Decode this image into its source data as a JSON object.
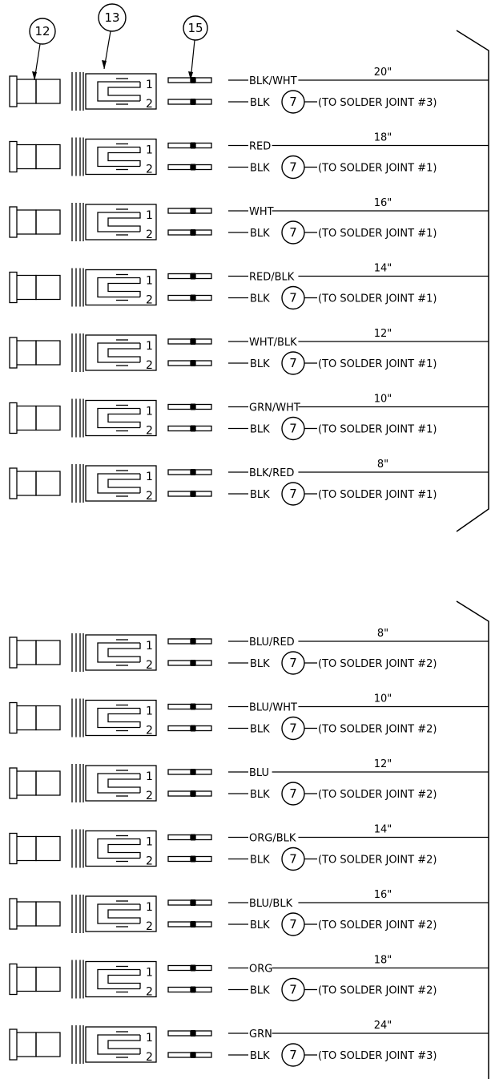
{
  "callouts": [
    "12",
    "13",
    "15"
  ],
  "pin_labels": [
    "1",
    "2"
  ],
  "ground_wire": {
    "color": "BLK",
    "callout": "7"
  },
  "groups": [
    {
      "rows": [
        {
          "wire": "BLK/WHT",
          "length": "20\"",
          "joint": "(TO SOLDER JOINT #3)"
        },
        {
          "wire": "RED",
          "length": "18\"",
          "joint": "(TO SOLDER JOINT #1)"
        },
        {
          "wire": "WHT",
          "length": "16\"",
          "joint": "(TO SOLDER JOINT #1)"
        },
        {
          "wire": "RED/BLK",
          "length": "14\"",
          "joint": "(TO SOLDER JOINT #1)"
        },
        {
          "wire": "WHT/BLK",
          "length": "12\"",
          "joint": "(TO SOLDER JOINT #1)"
        },
        {
          "wire": "GRN/WHT",
          "length": "10\"",
          "joint": "(TO SOLDER JOINT #1)"
        },
        {
          "wire": "BLK/RED",
          "length": "8\"",
          "joint": "(TO SOLDER JOINT #1)"
        }
      ]
    },
    {
      "rows": [
        {
          "wire": "BLU/RED",
          "length": "8\"",
          "joint": "(TO SOLDER JOINT #2)"
        },
        {
          "wire": "BLU/WHT",
          "length": "10\"",
          "joint": "(TO SOLDER JOINT #2)"
        },
        {
          "wire": "BLU",
          "length": "12\"",
          "joint": "(TO SOLDER JOINT #2)"
        },
        {
          "wire": "ORG/BLK",
          "length": "14\"",
          "joint": "(TO SOLDER JOINT #2)"
        },
        {
          "wire": "BLU/BLK",
          "length": "16\"",
          "joint": "(TO SOLDER JOINT #2)"
        },
        {
          "wire": "ORG",
          "length": "18\"",
          "joint": "(TO SOLDER JOINT #2)"
        },
        {
          "wire": "GRN",
          "length": "24\"",
          "joint": "(TO SOLDER JOINT #3)"
        }
      ]
    }
  ]
}
